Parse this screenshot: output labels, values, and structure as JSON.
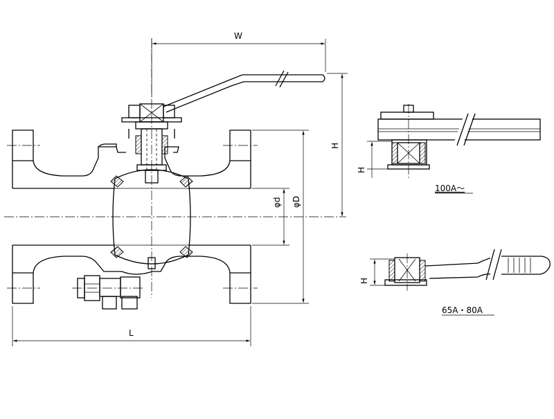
{
  "drawing": {
    "dimensions": {
      "width_label": "W",
      "height_label": "H",
      "length_label": "L",
      "bore_label": "φd",
      "flange_label": "φD"
    },
    "detail_large": {
      "height_label": "H",
      "caption": "100A～"
    },
    "detail_small": {
      "height_label": "H",
      "caption": "65A・80A"
    }
  }
}
